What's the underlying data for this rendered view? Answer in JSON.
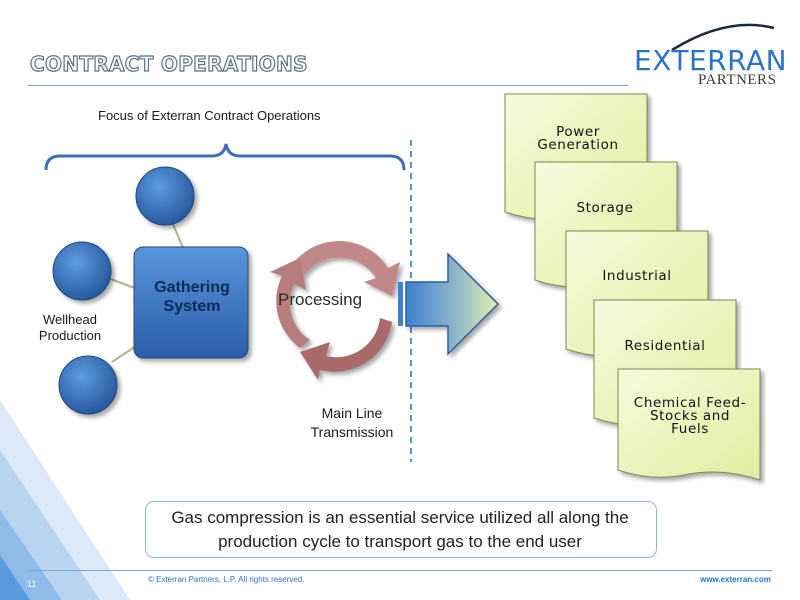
{
  "slide": {
    "title": "CONTRACT OPERATIONS",
    "page_number": "11"
  },
  "logo": {
    "main": "EXTERRAN",
    "sub": "PARTNERS",
    "reg": "®"
  },
  "diagram": {
    "focus_label": "Focus of Exterran Contract Operations",
    "wellhead_label": "Wellhead Production",
    "gathering_label": "Gathering System",
    "processing_label": "Processing",
    "mainline_label": "Main Line Transmission",
    "end_markets": [
      {
        "label": "Power Generation"
      },
      {
        "label": "Storage"
      },
      {
        "label": "Industrial"
      },
      {
        "label": "Residential"
      },
      {
        "label": "Chemical Feed-Stocks and Fuels"
      }
    ]
  },
  "callout": {
    "text": "Gas compression is an essential service utilized all along the production cycle to transport gas to the end user"
  },
  "footer": {
    "copyright": "© Exterran Partners, L.P. All rights reserved.",
    "website": "www.exterran.com"
  },
  "colors": {
    "accent_blue": "#2a74c8",
    "node_blue": "#2e6fc0",
    "processing_red": "#b87878",
    "market_fill": "#eef7c4"
  }
}
